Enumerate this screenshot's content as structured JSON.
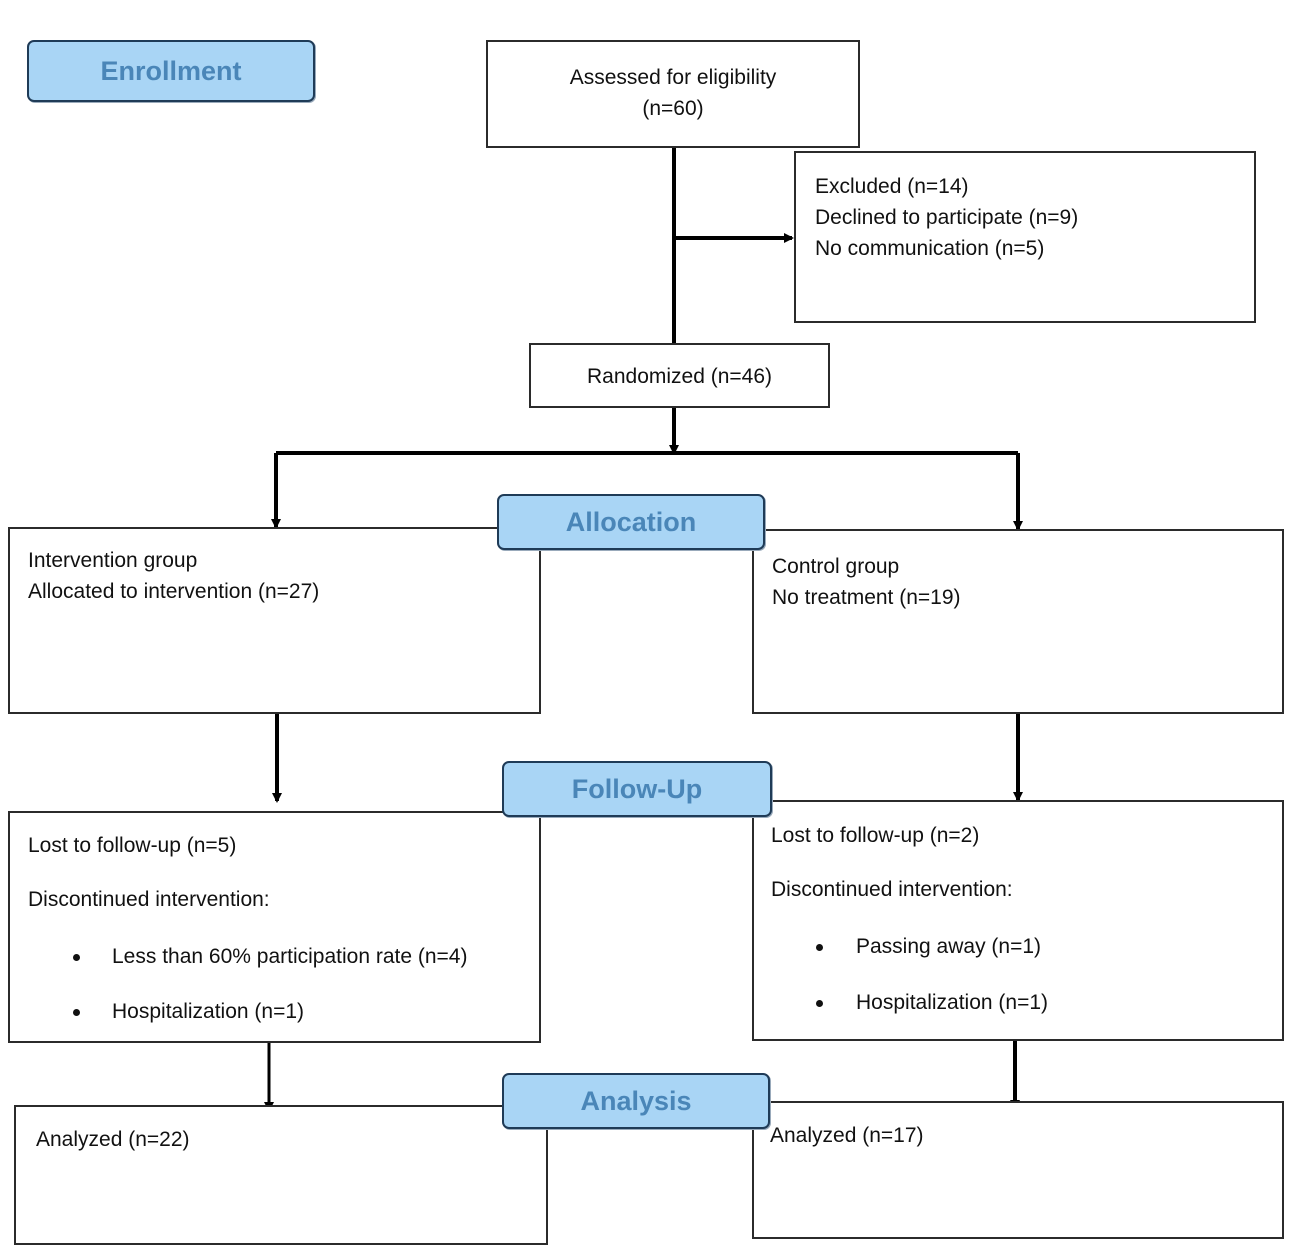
{
  "stages": {
    "enrollment": "Enrollment",
    "allocation": "Allocation",
    "follow_up": "Follow-Up",
    "analysis": "Analysis"
  },
  "assessed": {
    "line1": "Assessed for eligibility",
    "line2": "(n=60)"
  },
  "excluded": {
    "line1": "Excluded (n=14)",
    "line2": "Declined to participate (n=9)",
    "line3": "No communication (n=5)"
  },
  "randomized": "Randomized (n=46)",
  "intervention": {
    "title": "Intervention group",
    "allocated": "Allocated to intervention (n=27)",
    "lost": "Lost to follow-up (n=5)",
    "discontinued": "Discontinued intervention:",
    "bullets": [
      "Less than 60% participation rate (n=4)",
      "Hospitalization (n=1)"
    ],
    "analyzed": "Analyzed (n=22)"
  },
  "control": {
    "title": "Control group",
    "allocated": "No treatment (n=19)",
    "lost": "Lost to follow-up (n=2)",
    "discontinued": "Discontinued intervention:",
    "bullets": [
      "Passing away (n=1)",
      "Hospitalization (n=1)"
    ],
    "analyzed": "Analyzed (n=17)"
  },
  "colors": {
    "stage_fill": "#a9d5f5",
    "stage_text": "#4a86b8",
    "line": "#000000"
  }
}
